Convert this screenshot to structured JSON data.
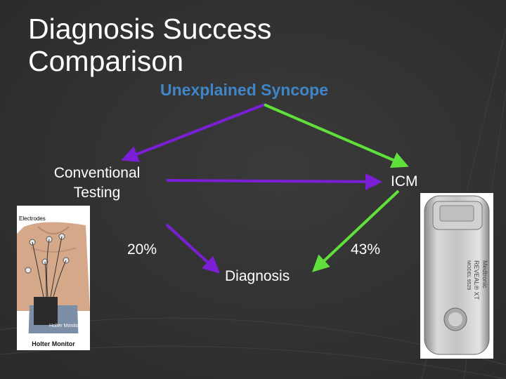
{
  "title_line1": "Diagnosis Success",
  "title_line2": "Comparison",
  "subtitle": "Unexplained Syncope",
  "nodes": {
    "conventional_line1": "Conventional",
    "conventional_line2": "Testing",
    "icm": "ICM",
    "diagnosis": "Diagnosis"
  },
  "percentages": {
    "conventional": "20%",
    "icm": "43%"
  },
  "holter_image": {
    "label_electrodes": "Electrodes",
    "label_monitor": "Holter Monitor",
    "caption": "Holter Monitor"
  },
  "icm_image": {
    "brand": "Medtronic",
    "model_name": "REVEAL® XT",
    "model_number": "MODEL 9529"
  },
  "colors": {
    "purple_arrow": "#7a1fd6",
    "green_arrow": "#5fe03a",
    "subtitle": "#3f86c8"
  }
}
